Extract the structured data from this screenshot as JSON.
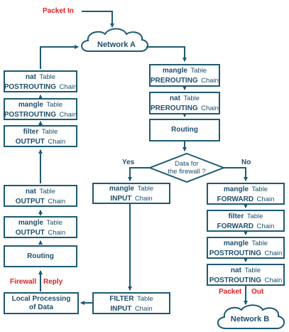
{
  "flow": {
    "packet_in": "Packet In",
    "network_a": "Network A",
    "network_b": "Network B",
    "packet_out_1": "Packet",
    "packet_out_2": "Out",
    "firewall": "Firewall",
    "reply": "Reply",
    "decision_line1": "Data for",
    "decision_line2": "the firewall ?",
    "yes": "Yes",
    "no": "No"
  },
  "boxes": {
    "pre_mangle": {
      "table": "mangle",
      "t": "Table",
      "chain": "PREROUTING",
      "c": "Chain"
    },
    "pre_nat": {
      "table": "nat",
      "t": "Table",
      "chain": "PREROUTING",
      "c": "Chain"
    },
    "routing_top": {
      "label": "Routing"
    },
    "in_mangle": {
      "table": "mangle",
      "t": "Table",
      "chain": "INPUT",
      "c": "Chain"
    },
    "in_filter": {
      "table": "FILTER",
      "t": "Table",
      "chain": "INPUT",
      "c": "Chain"
    },
    "local_proc": {
      "line1": "Local Processing",
      "line2": "of Data"
    },
    "fw_mangle": {
      "table": "mangle",
      "t": "Table",
      "chain": "FORWARD",
      "c": "Chain"
    },
    "fw_filter": {
      "table": "filter",
      "t": "Table",
      "chain": "FORWARD",
      "c": "Chain"
    },
    "fw_post_mangle": {
      "table": "mangle",
      "t": "Table",
      "chain": "POSTROUTING",
      "c": "Chain"
    },
    "fw_post_nat": {
      "table": "nat",
      "t": "Table",
      "chain": "POSTROUTING",
      "c": "Chain"
    },
    "routing_left": {
      "label": "Routing"
    },
    "out_mangle": {
      "table": "mangle",
      "t": "Table",
      "chain": "OUTPUT",
      "c": "Chain"
    },
    "out_nat": {
      "table": "nat",
      "t": "Table",
      "chain": "OUTPUT",
      "c": "Chain"
    },
    "out_filter": {
      "table": "filter",
      "t": "Table",
      "chain": "OUTPUT",
      "c": "Chain"
    },
    "post_mangle": {
      "table": "mangle",
      "t": "Table",
      "chain": "POSTROUTING",
      "c": "Chain"
    },
    "post_nat": {
      "table": "nat",
      "t": "Table",
      "chain": "POSTROUTING",
      "c": "Chain"
    }
  },
  "colors": {
    "line": "#1e5a72",
    "text": "#1f4f6b",
    "accent_red": "#e02020"
  }
}
